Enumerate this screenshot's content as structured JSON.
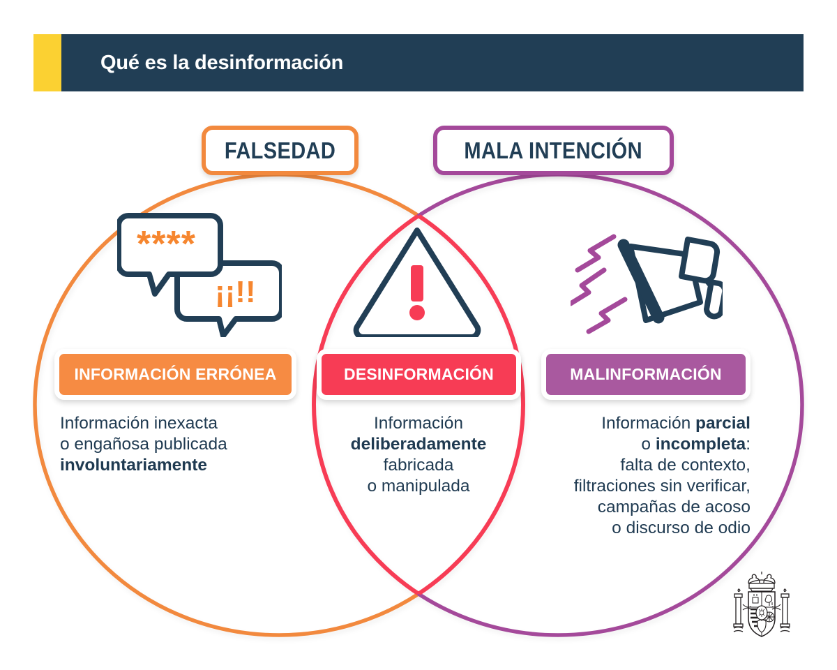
{
  "header": {
    "title": "Qué es la desinformación",
    "accent_color": "#FBD132",
    "bar_color": "#213E55"
  },
  "colors": {
    "navy": "#213E55",
    "orange": "#F2893E",
    "orange_badge": "#F68B43",
    "red": "#F73C55",
    "purple": "#A4499A",
    "purple_badge": "#A9599F",
    "yellow": "#FBD132",
    "white": "#FFFFFF"
  },
  "venn": {
    "left_circle_label": "FALSEDAD",
    "right_circle_label": "MALA INTENCIÓN",
    "overlap_outline_color": "#F73C55"
  },
  "sections": [
    {
      "id": "informacion-erronea",
      "badge_label": "INFORMACIÓN ERRÓNEA",
      "badge_color": "#F68B43",
      "icon": "speech-bubbles-icon",
      "text_html": "Información inexacta<br>o engañosa publicada<br><b>involuntariamente</b>",
      "text_plain": "Información inexacta o engañosa publicada involuntariamente",
      "align": "left"
    },
    {
      "id": "desinformacion",
      "badge_label": "DESINFORMACIÓN",
      "badge_color": "#F73C55",
      "icon": "warning-triangle-icon",
      "text_html": "Información<br><b>deliberadamente</b><br>fabricada<br>o manipulada",
      "text_plain": "Información deliberadamente fabricada o manipulada",
      "align": "center"
    },
    {
      "id": "malinformacion",
      "badge_label": "MALINFORMACIÓN",
      "badge_color": "#A9599F",
      "icon": "megaphone-icon",
      "text_html": "Información <b>parcial</b><br>o <b>incompleta</b>:<br>falta de contexto,<br>filtraciones sin verificar,<br>campañas de acoso<br>o discurso de odio",
      "text_plain": "Información parcial o incompleta: falta de contexto, filtraciones sin verificar, campañas de acoso o discurso de odio",
      "align": "right"
    }
  ],
  "icons": {
    "bubbles_text_primary": "****",
    "bubbles_text_secondary": "¡¡!!",
    "warning_mark": "!"
  },
  "footer": {
    "emblem": "spain-coat-of-arms"
  }
}
